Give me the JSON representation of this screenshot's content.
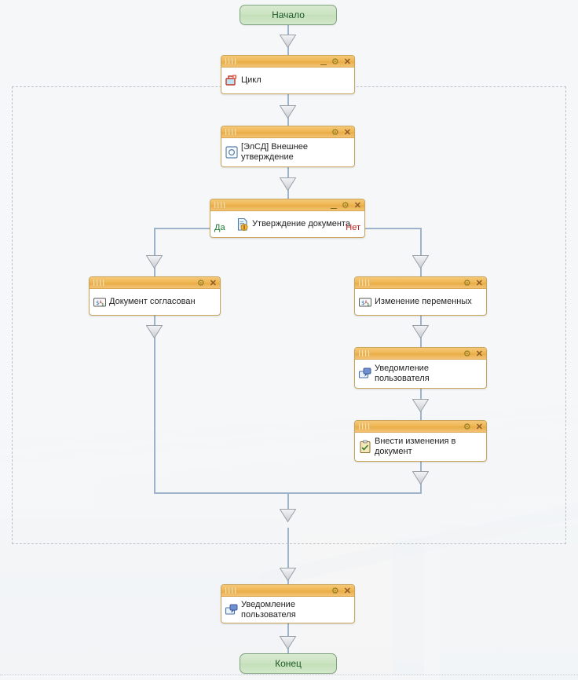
{
  "diagram": {
    "title": "Workflow process designer canvas",
    "colors": {
      "canvas_bg": "#f5f7f9",
      "node_header_accent": "#eeb44f",
      "node_border": "#c9a65b",
      "connector": "#9fb4cc",
      "terminator_fill": "#cbe3c1",
      "terminator_border": "#7fa37f",
      "terminator_text": "#1d5b2a",
      "group_dash": "#bcc2c7",
      "branch_yes": "#17792c",
      "branch_no": "#b82020"
    },
    "header_buttons": {
      "minimize": "—",
      "settings": "✶",
      "close": "✕"
    },
    "terminators": {
      "start": "Начало",
      "end": "Конец"
    },
    "nodes": [
      {
        "id": "loop",
        "label": "Цикл",
        "icon": "loop-add-icon",
        "has_minimize": true
      },
      {
        "id": "external-approval",
        "label": "[ЭлСД] Внешнее утверждение",
        "icon": "external-system-icon",
        "has_minimize": false
      },
      {
        "id": "document-approval",
        "label": "Утверждение документа",
        "icon": "document-approval-icon",
        "has_minimize": true,
        "branch_yes": "Да",
        "branch_no": "Нет"
      },
      {
        "id": "document-agreed",
        "label": "Документ согласован",
        "icon": "variable-icon",
        "has_minimize": false
      },
      {
        "id": "change-variables",
        "label": "Изменение переменных",
        "icon": "variable-icon",
        "has_minimize": false
      },
      {
        "id": "notify-user-right",
        "label": "Уведомление пользователя",
        "icon": "notification-icon",
        "has_minimize": false
      },
      {
        "id": "edit-document",
        "label": "Внести изменения в документ",
        "icon": "clipboard-check-icon",
        "has_minimize": false
      },
      {
        "id": "notify-user-bottom",
        "label": "Уведомление пользователя",
        "icon": "notification-icon",
        "has_minimize": false
      }
    ]
  }
}
